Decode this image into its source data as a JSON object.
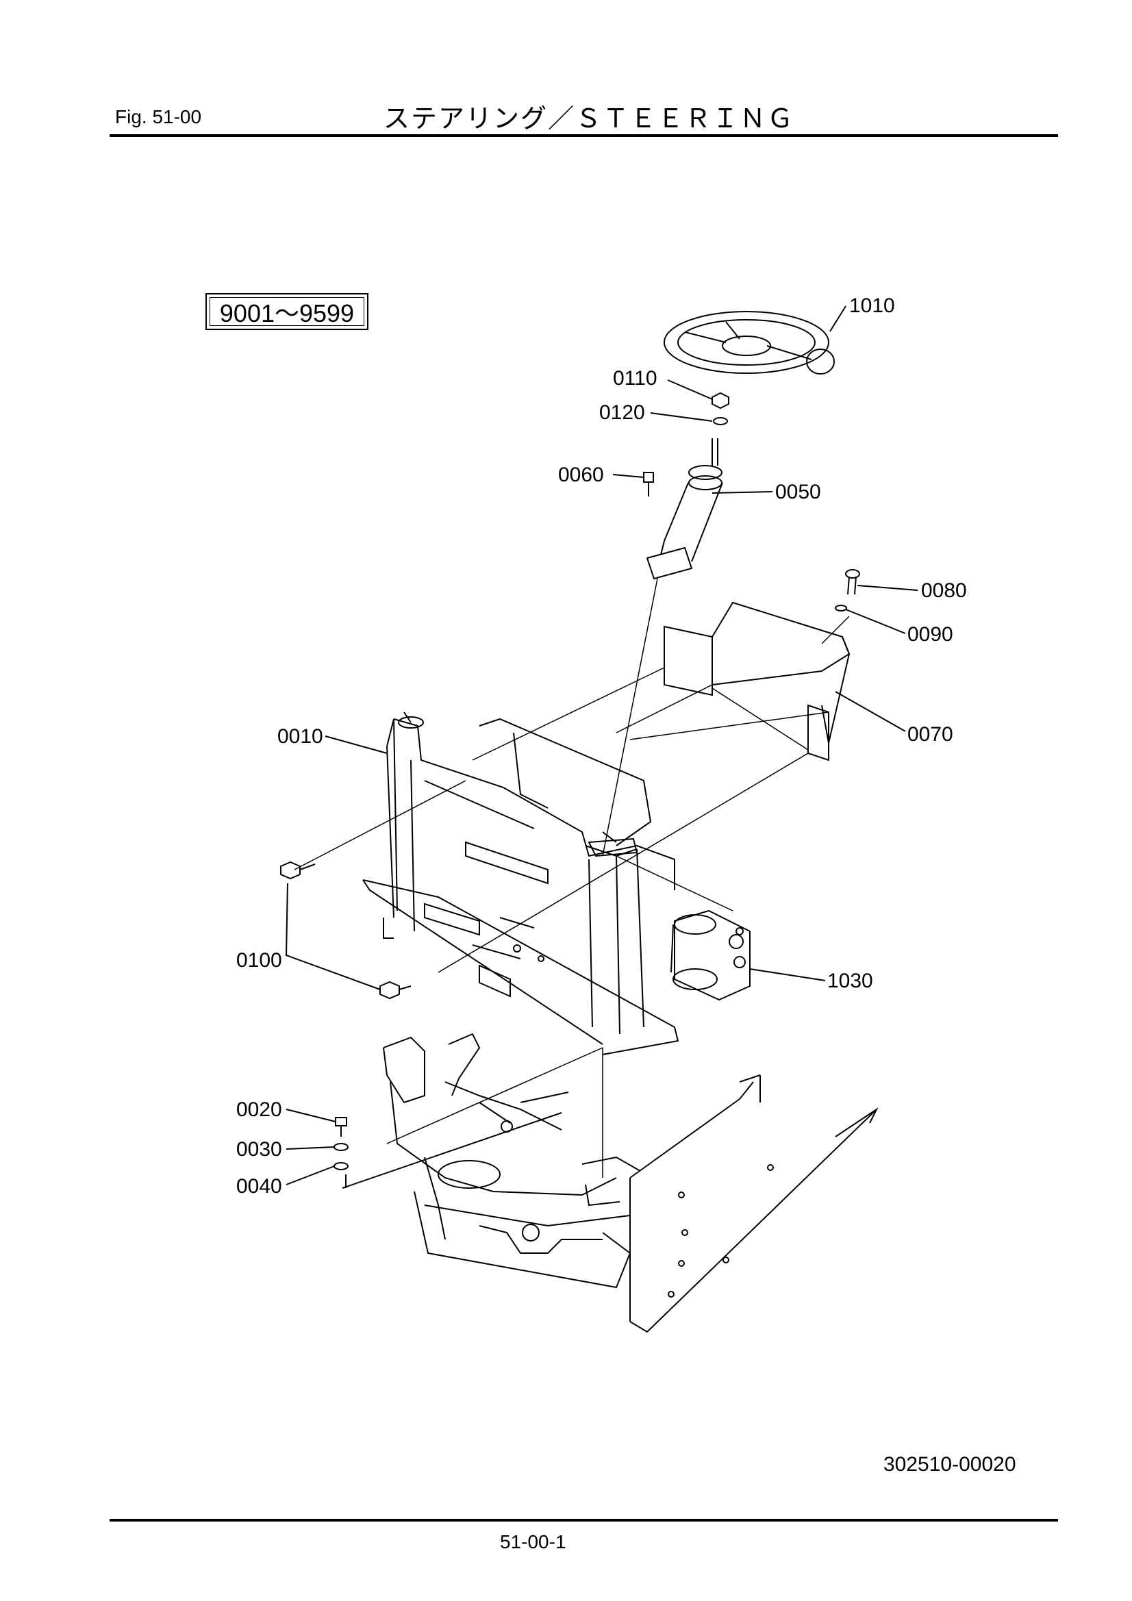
{
  "header": {
    "fig_label": "Fig.  51-00",
    "title": "ステアリング／ＳＴＥＥＲＩＮＧ"
  },
  "serial_range": "9001～9599",
  "callouts": {
    "c1010": "1010",
    "c0110": "0110",
    "c0120": "0120",
    "c0060": "0060",
    "c0050": "0050",
    "c0080": "0080",
    "c0090": "0090",
    "c0010": "0010",
    "c0070": "0070",
    "c0100": "0100",
    "c1030": "1030",
    "c0020": "0020",
    "c0030": "0030",
    "c0040": "0040"
  },
  "footer": {
    "doc_code": "302510-00020",
    "page_number": "51-00-1"
  }
}
